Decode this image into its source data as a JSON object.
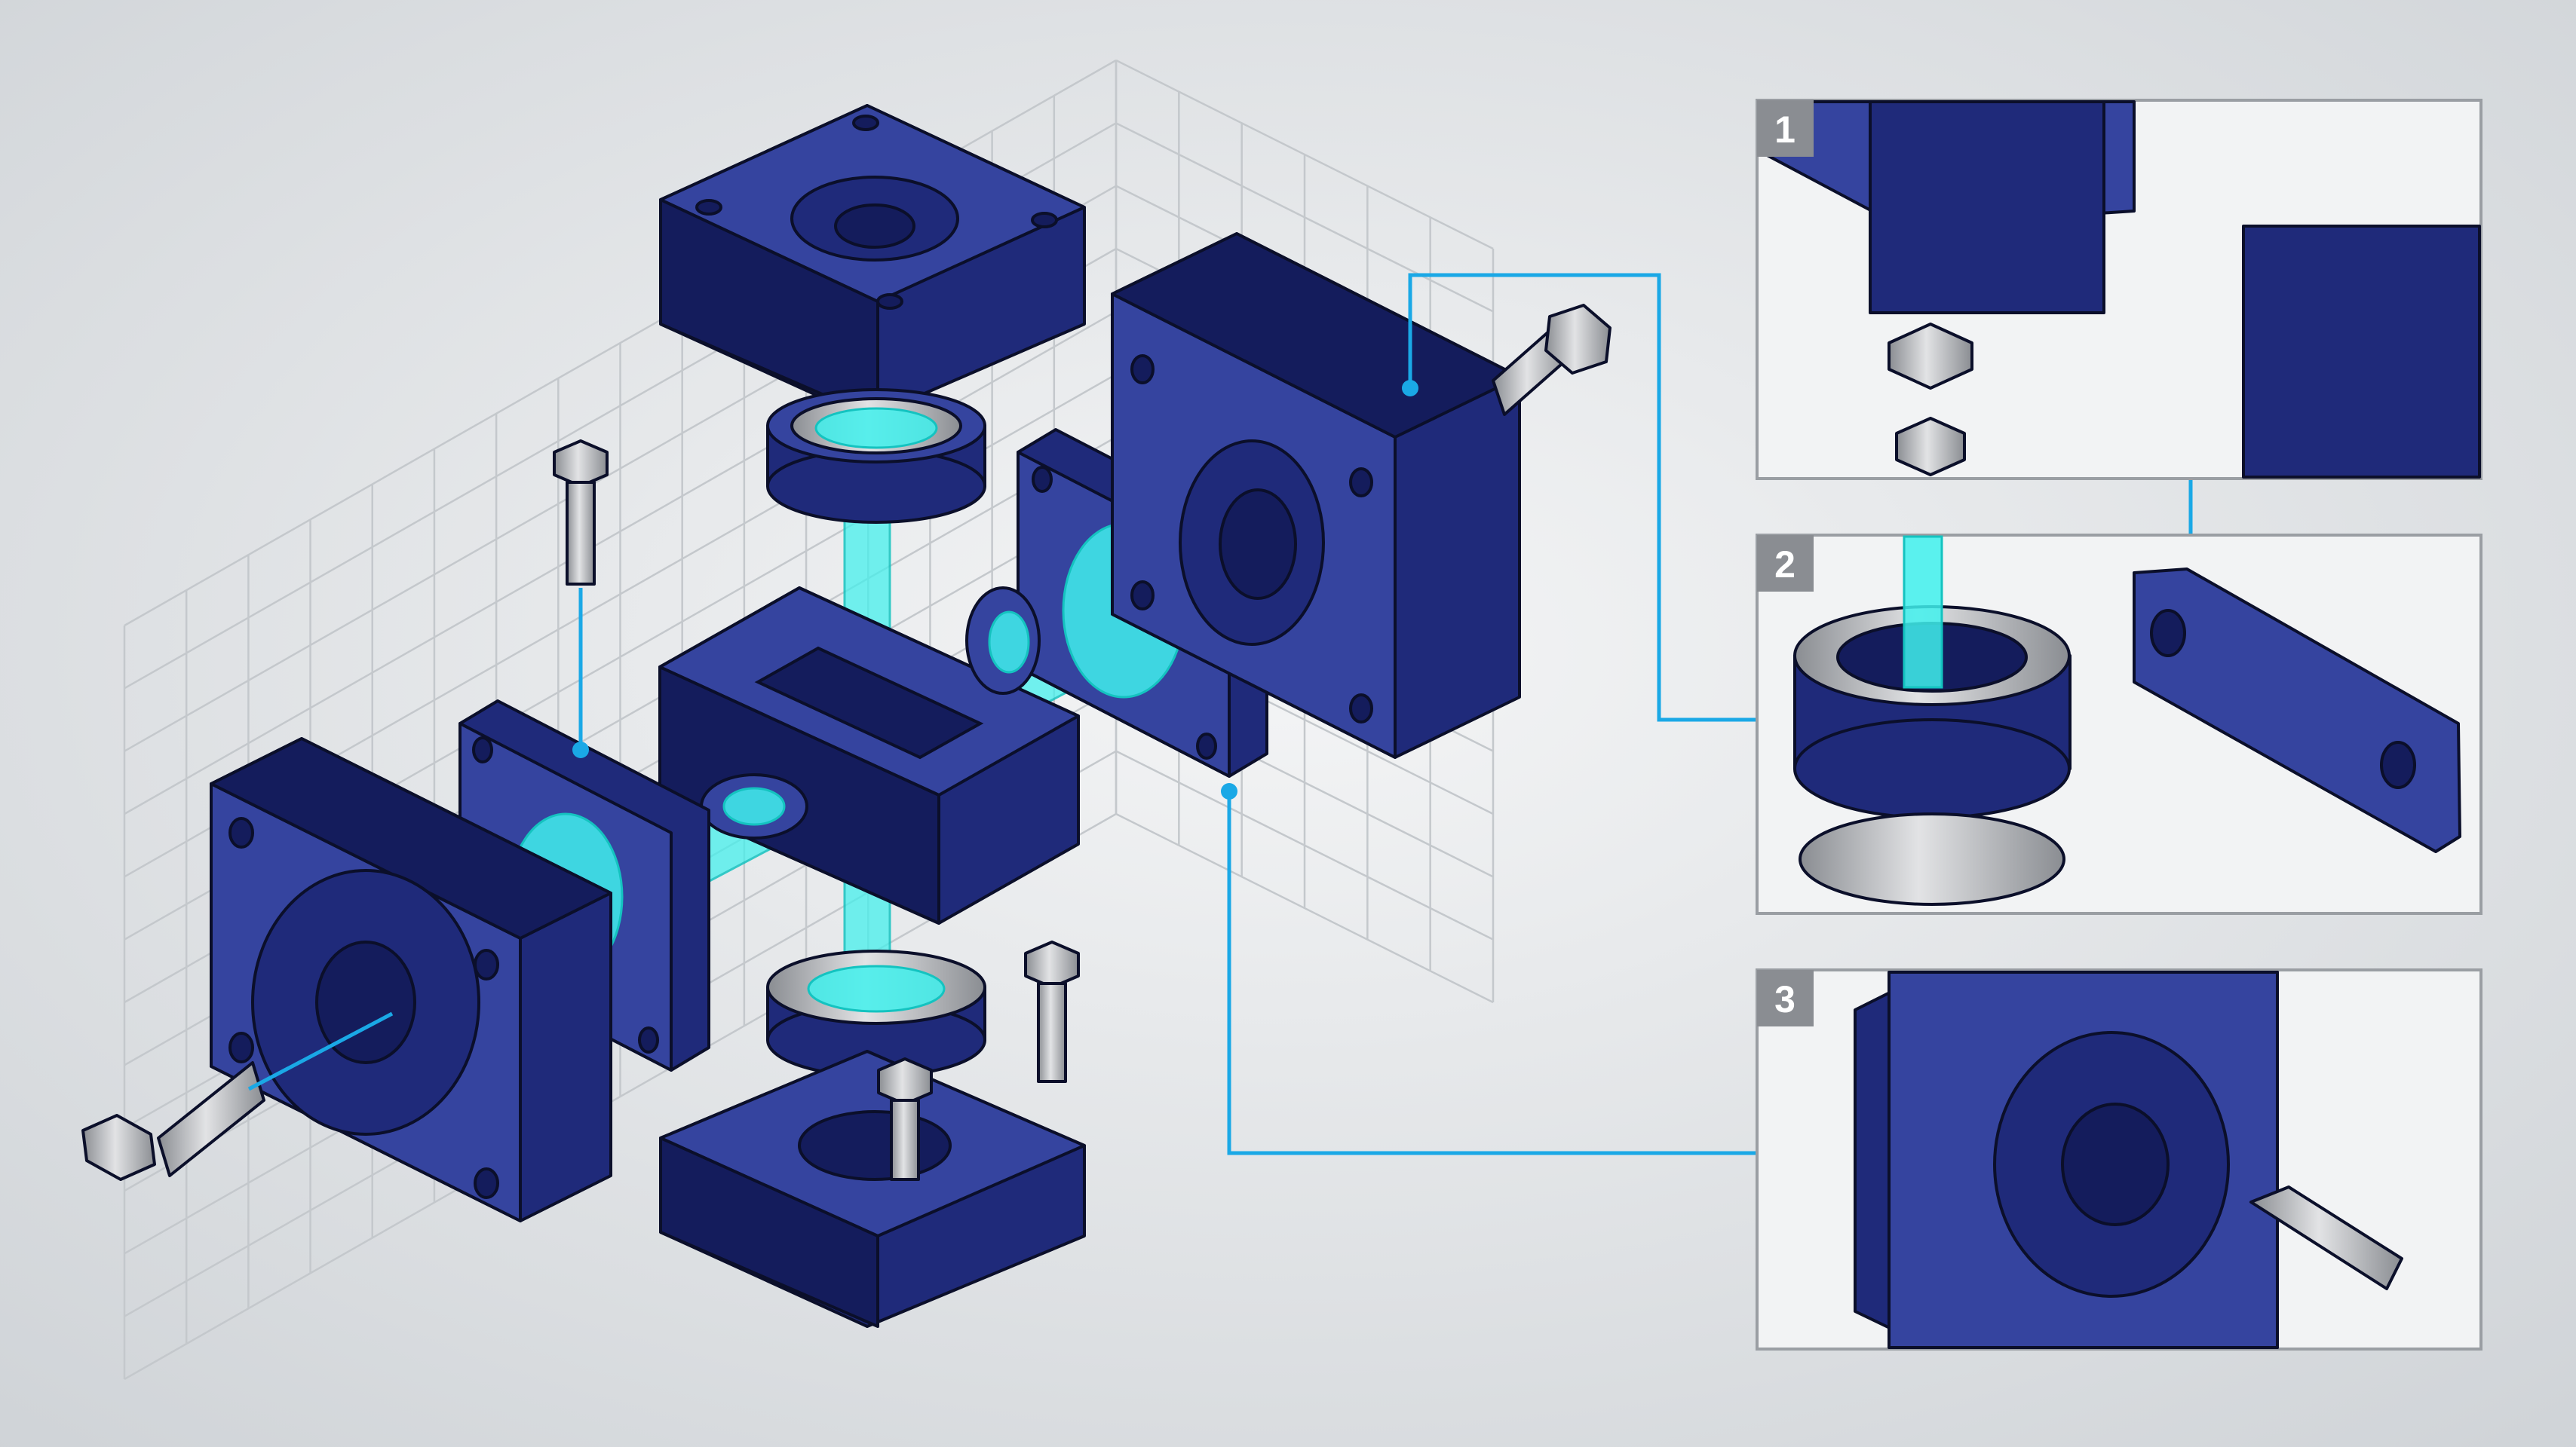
{
  "colors": {
    "background_center": "#f4f5f6",
    "background_edge": "#cfd3d7",
    "part_face": "#35449f",
    "part_side": "#1f2a7a",
    "part_dark": "#141c5c",
    "outline": "#0b0f2a",
    "axis_glow": "#3ff0ec",
    "leader_line": "#1aa8e6",
    "metal_light": "#e2e3e5",
    "metal_dark": "#8a8d92",
    "grid_line": "#c4c8cc",
    "panel_border": "#9a9ea3",
    "panel_fill": "#f2f3f4",
    "badge_fill": "#8a8d92"
  },
  "detail_panels": [
    {
      "number": "1"
    },
    {
      "number": "2"
    },
    {
      "number": "3"
    }
  ]
}
